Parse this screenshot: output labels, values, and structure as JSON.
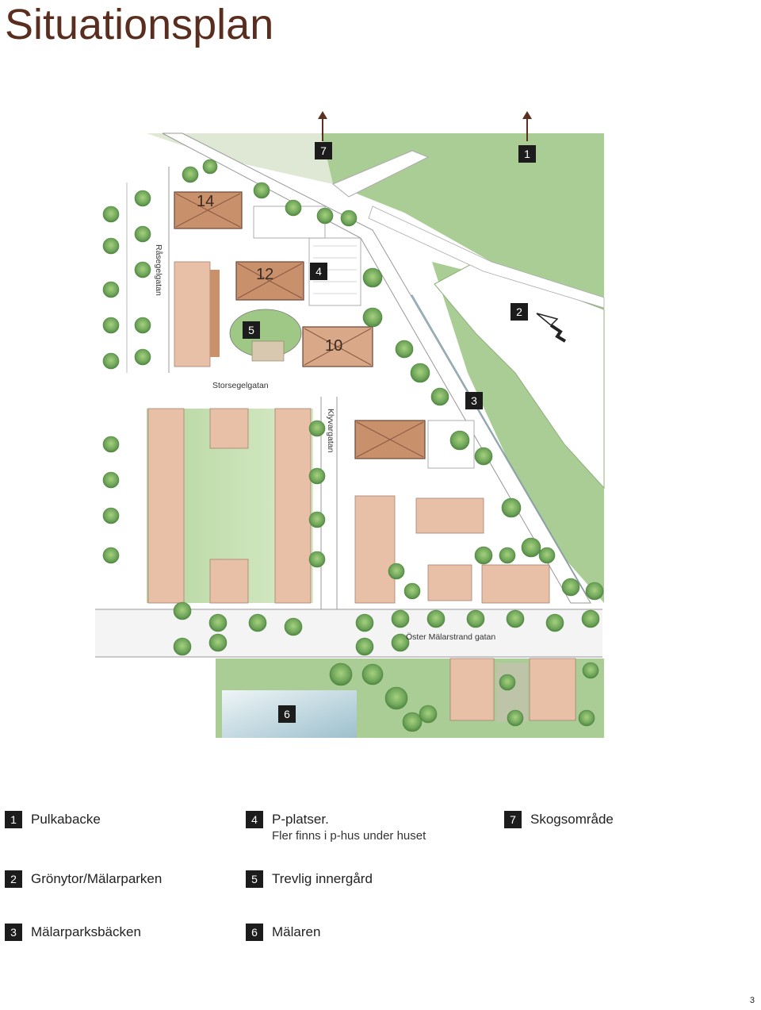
{
  "title": "Situationsplan",
  "page_number": "3",
  "streets": {
    "rasegelgatan": "Råsegelgatan",
    "storsegelgatan": "Storsegelgatan",
    "klyvargatan": "Klyvargatan",
    "oster_malarstrand": "Öster Mälarstrand gatan"
  },
  "building_labels": [
    "14",
    "12",
    "10"
  ],
  "map_markers": {
    "m7": "7",
    "m1": "1",
    "m4": "4",
    "m2": "2",
    "m5": "5",
    "m3": "3",
    "m6": "6"
  },
  "legend": [
    {
      "num": "1",
      "text": "Pulkabacke",
      "sub": ""
    },
    {
      "num": "4",
      "text": "P-platser.",
      "sub": "Fler finns i p-hus under huset"
    },
    {
      "num": "7",
      "text": "Skogsområde",
      "sub": ""
    },
    {
      "num": "2",
      "text": "Grönytor/Mälarparken",
      "sub": ""
    },
    {
      "num": "5",
      "text": "Trevlig innergård",
      "sub": ""
    },
    {
      "num": "3",
      "text": "Mälarparksbäcken",
      "sub": ""
    },
    {
      "num": "6",
      "text": "Mälaren",
      "sub": ""
    }
  ],
  "colors": {
    "title": "#5a2e1f",
    "building": "#e8c0a8",
    "roof": "#c9906c",
    "grass": "#a9cd94",
    "water": "#b9d3dd",
    "tree": "#6fa55a",
    "arrow": "#5a3020"
  }
}
